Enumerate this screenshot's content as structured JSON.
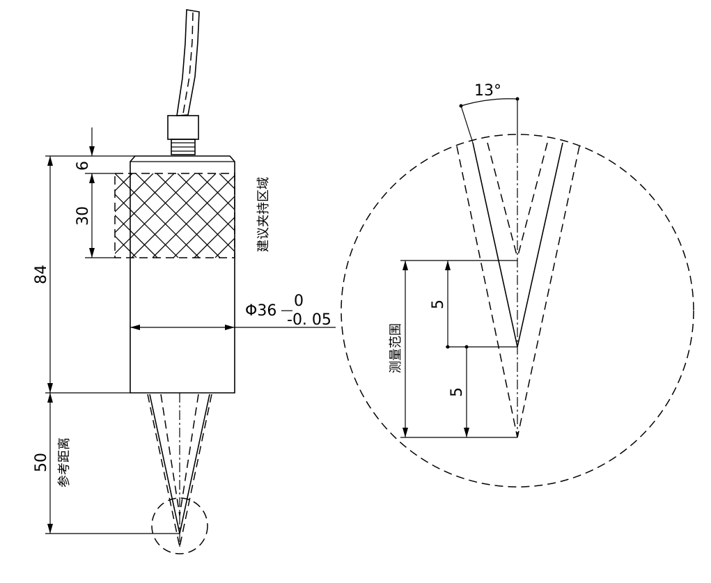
{
  "dimensions": {
    "total_height": "84",
    "top_gap": "6",
    "grip_height": "30",
    "reference_distance": "50",
    "diameter_prefix": "Φ36",
    "tol_upper": "0",
    "tol_lower": "-0. 05",
    "angle": "13°",
    "range_upper": "5",
    "range_lower": "5"
  },
  "labels": {
    "grip_zone": "建议夹持区域",
    "reference_distance": "参考距离",
    "measure_range": "测量范围"
  }
}
